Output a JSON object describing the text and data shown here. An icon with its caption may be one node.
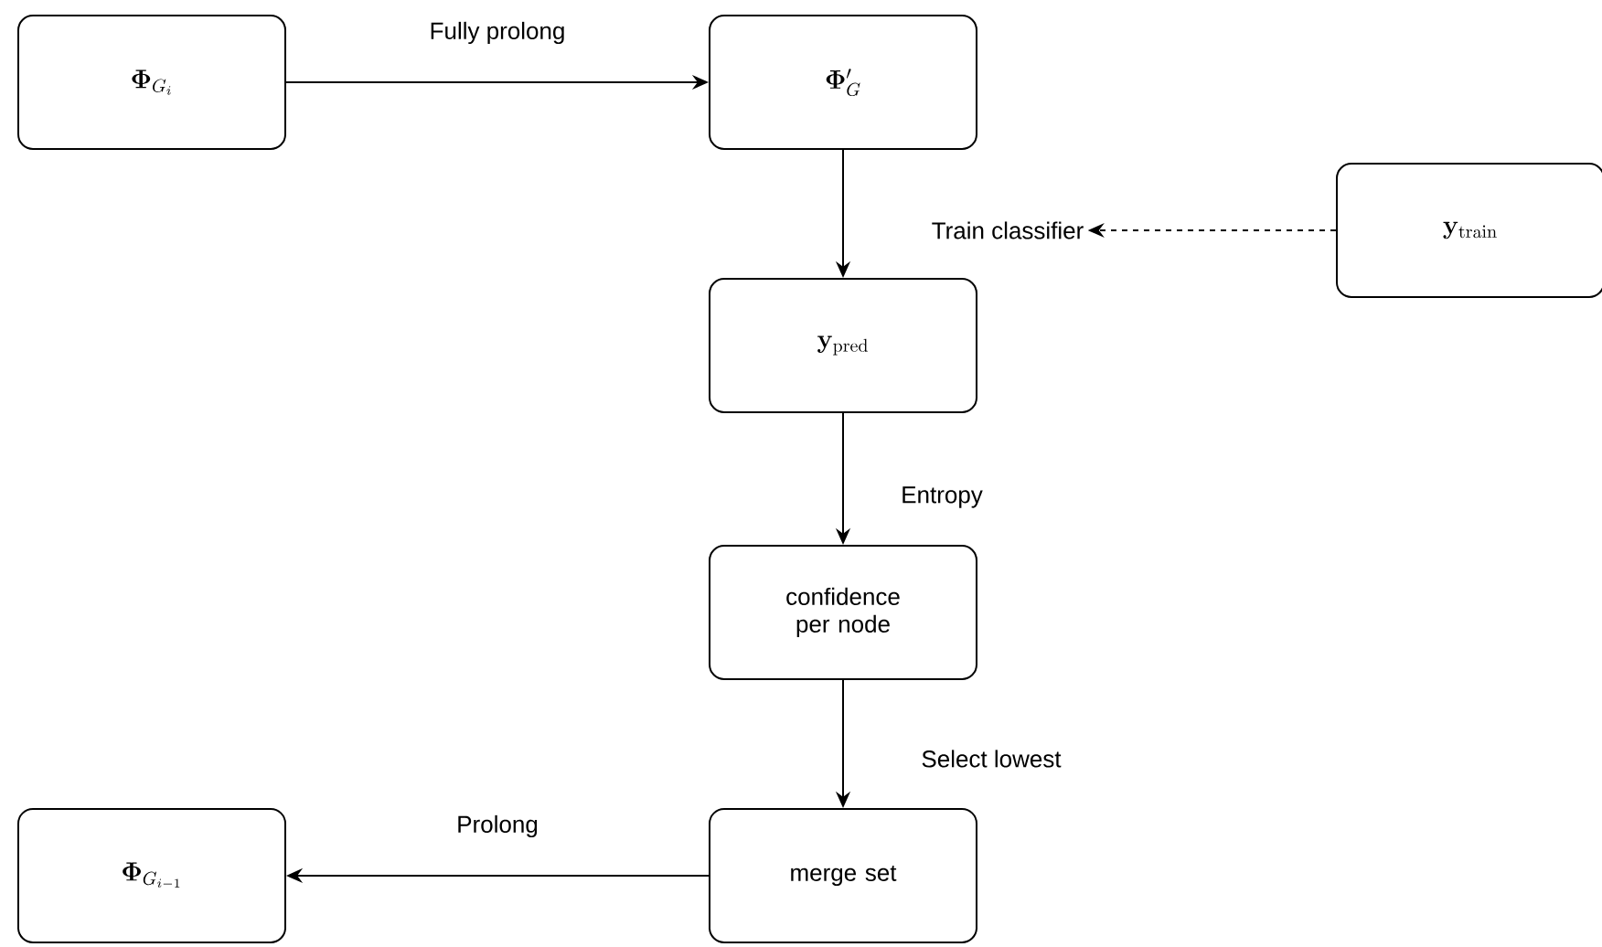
{
  "diagram": {
    "nodes": [
      {
        "text": [
          "\\mathbf{\\Phi}_{G_i}"
        ]
      },
      {
        "text": [
          "\\mathbf{\\Phi}'_{G}"
        ]
      },
      {
        "text": [
          "Train classifier"
        ]
      },
      {
        "text": [
          "\\mathbf{y}_{\\mathrm{train}}"
        ]
      },
      {
        "text": [
          "\\mathbf{y}_{\\mathrm{pred}}"
        ]
      },
      {
        "text": [
          "confidence per node"
        ]
      },
      {
        "text": [
          "merge set"
        ]
      },
      {
        "text": [
          "\\mathbf{\\Phi}_{G_{i-1}}"
        ]
      }
    ],
    "edges": [
      {
        "from": 0,
        "to": 1,
        "arrow": "to",
        "label": "Fully prolong"
      },
      {
        "from": 1,
        "to": 4,
        "arrow": "to"
      },
      {
        "from": 3,
        "to": 2,
        "arrow": "to",
        "style": "dashed"
      },
      {
        "from": 4,
        "to": 5,
        "arrow": "to",
        "label": "Entropy"
      },
      {
        "from": 5,
        "to": 6,
        "arrow": "to",
        "label": "Select lowest"
      },
      {
        "from": 6,
        "to": 7,
        "arrow": "to",
        "label": "Prolong"
      }
    ]
  }
}
